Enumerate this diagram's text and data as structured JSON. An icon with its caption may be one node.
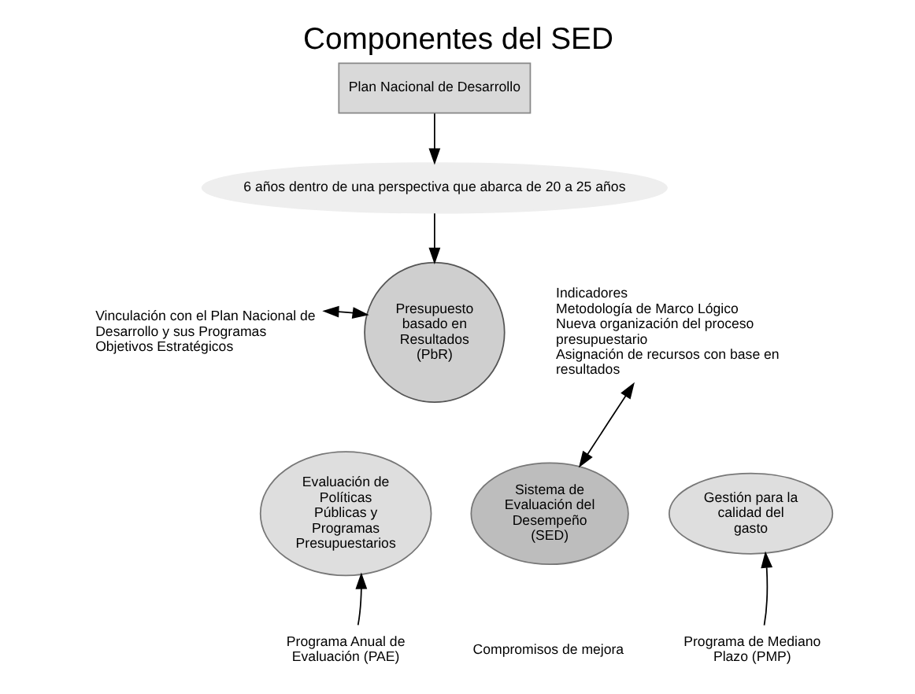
{
  "diagram": {
    "title": "Componentes del SED",
    "nodes": [
      {
        "text": [
          "Plan Nacional de Desarrollo"
        ]
      },
      {
        "text": [
          "6 años dentro de una perspectiva que abarca de 20 a 25 años"
        ]
      },
      {
        "text": [
          "Presupuesto basado en Resultados (PbR)"
        ]
      },
      {
        "text": [
          "Sistema de Evaluación del Desempeño",
          "(SED)"
        ]
      },
      {
        "text": [
          "Evaluación de Políticas Públicas y Programas Presupuestarios"
        ]
      },
      {
        "text": [
          "Gestión para la calidad del gasto"
        ]
      },
      {
        "text": [
          "Vinculación con el Plan Nacional de Desarrollo y sus Programas",
          "Objetivos Estratégicos"
        ]
      },
      {
        "text": [
          "Indicadores",
          "Metodología de Marco Lógico",
          "Nueva organización del proceso presupuestario",
          "Asignación de recursos con base en resultados"
        ]
      },
      {
        "text": [
          "Programa Anual de Evaluación (PAE)"
        ]
      },
      {
        "text": [
          "Programa de Mediano Plazo (PMP)"
        ]
      }
    ],
    "edges": [
      {
        "from": 0,
        "to": 1,
        "arrow": "to"
      },
      {
        "from": 1,
        "to": 2,
        "arrow": "to"
      },
      {
        "from": 6,
        "to": 2,
        "arrow": "both"
      },
      {
        "from": 7,
        "to": 3,
        "arrow": "both"
      },
      {
        "from": 8,
        "to": 4,
        "arrow": "to"
      },
      {
        "from": 9,
        "to": 5,
        "arrow": "to"
      }
    ],
    "labels": [
      "Compromisos de mejora"
    ]
  }
}
